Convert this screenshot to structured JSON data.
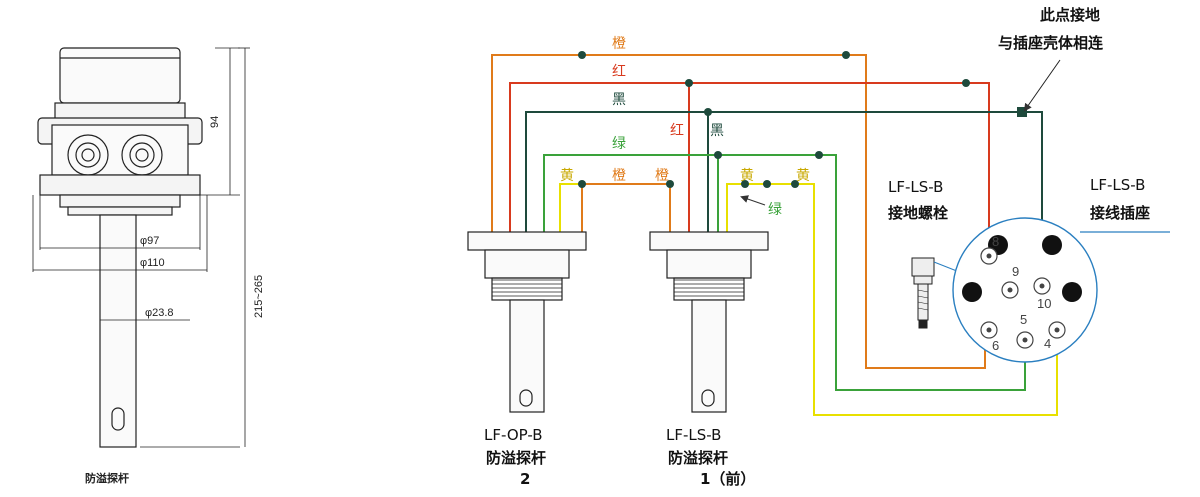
{
  "left_drawing": {
    "caption": "防溢探杆",
    "dim_height_top": "94",
    "dim_height_total": "215~265",
    "dim_d1": "φ97",
    "dim_d2": "φ110",
    "dim_d3": "φ23.8"
  },
  "wire_labels": {
    "orange": "橙",
    "red": "红",
    "black": "黑",
    "green": "绿",
    "yellow": "黄"
  },
  "ground_note": {
    "line1": "此点接地",
    "line2": "与插座壳体相连"
  },
  "probe_2": {
    "model": "LF-OP-B",
    "name": "防溢探杆",
    "number": "2"
  },
  "probe_1": {
    "model": "LF-LS-B",
    "name": "防溢探杆",
    "number": "1（前）"
  },
  "ground_bolt": {
    "model": "LF-LS-B",
    "name": "接地螺栓"
  },
  "socket": {
    "model": "LF-LS-B",
    "name": "接线插座",
    "pins": [
      "8",
      "9",
      "10",
      "6",
      "5",
      "4"
    ]
  },
  "colors": {
    "orange": "#e07b1a",
    "red": "#d83a1e",
    "black": "#1e4a3c",
    "green": "#3aa23a",
    "yellow": "#e8e000",
    "socket_ring": "#2a7fc0"
  }
}
